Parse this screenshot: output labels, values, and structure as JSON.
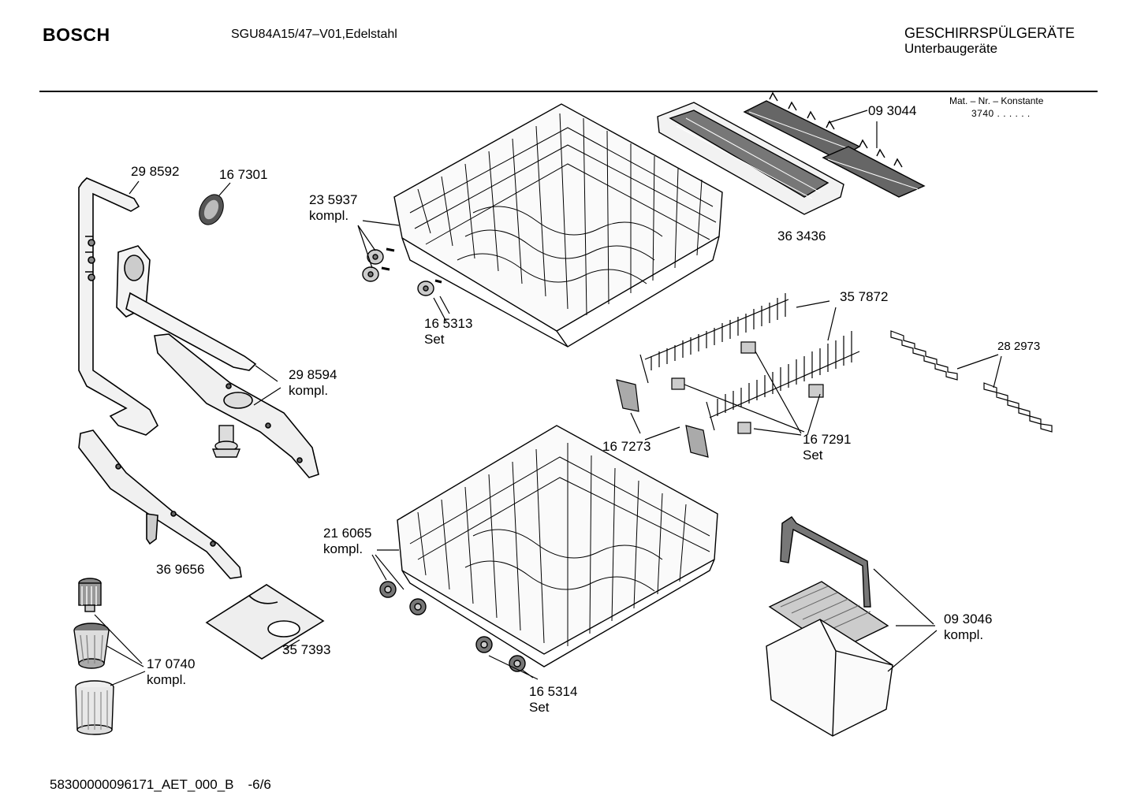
{
  "header": {
    "brand": "BOSCH",
    "model": "SGU84A15/47–V01,Edelstahl",
    "category_line1": "GESCHIRRSPÜLGERÄTE",
    "category_line2": "Unterbaugeräte",
    "mat_label": "Mat. – Nr. – Konstante",
    "mat_value": "3740  .  .   .  .  .  ."
  },
  "parts": [
    {
      "id": "p298592",
      "number": "29 8592",
      "suffix": ""
    },
    {
      "id": "p167301",
      "number": "16 7301",
      "suffix": ""
    },
    {
      "id": "p235937",
      "number": "23 5937",
      "suffix": "kompl."
    },
    {
      "id": "p093044",
      "number": "09  3044",
      "suffix": ""
    },
    {
      "id": "p363436",
      "number": "36  3436",
      "suffix": ""
    },
    {
      "id": "p165313",
      "number": "16 5313",
      "suffix": "Set"
    },
    {
      "id": "p357872",
      "number": "35 7872",
      "suffix": ""
    },
    {
      "id": "p282973",
      "number": "28 2973",
      "suffix": ""
    },
    {
      "id": "p298594",
      "number": "29 8594",
      "suffix": "kompl."
    },
    {
      "id": "p167273",
      "number": "16 7273",
      "suffix": ""
    },
    {
      "id": "p167291",
      "number": "16 7291",
      "suffix": "Set"
    },
    {
      "id": "p216065",
      "number": "21 6065",
      "suffix": "kompl."
    },
    {
      "id": "p369656",
      "number": "36 9656",
      "suffix": ""
    },
    {
      "id": "p357393",
      "number": "35 7393",
      "suffix": ""
    },
    {
      "id": "p170740",
      "number": "17 0740",
      "suffix": "kompl."
    },
    {
      "id": "p165314",
      "number": "16 5314",
      "suffix": "Set"
    },
    {
      "id": "p093046",
      "number": "09 3046",
      "suffix": "kompl."
    }
  ],
  "footer": {
    "doc_id": "58300000096171_AET_000_B",
    "page": "-6/6"
  }
}
